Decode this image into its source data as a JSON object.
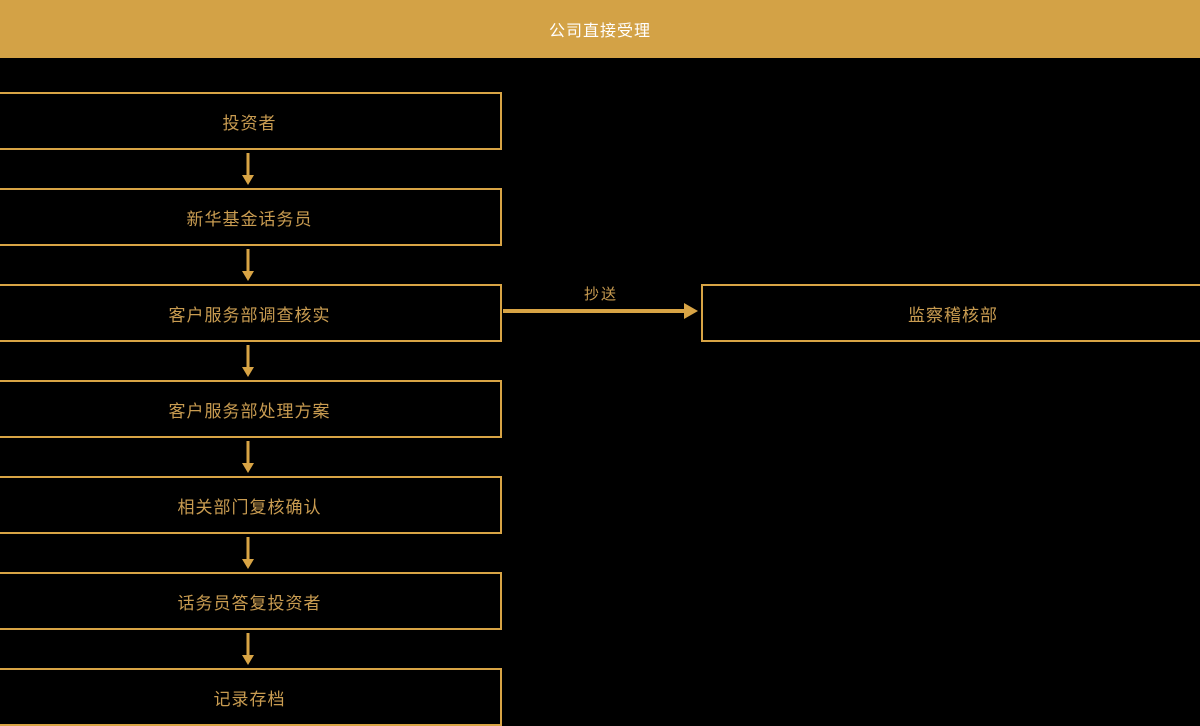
{
  "header": {
    "title": "公司直接受理"
  },
  "colors": {
    "background": "#000000",
    "header_bg": "#D3A246",
    "header_text": "#FFFFFF",
    "gold_border": "#D8A445",
    "gold_text": "#C99C51"
  },
  "flow": {
    "steps": [
      {
        "label": "投资者"
      },
      {
        "label": "新华基金话务员"
      },
      {
        "label": "客户服务部调查核实"
      },
      {
        "label": "客户服务部处理方案"
      },
      {
        "label": "相关部门复核确认"
      },
      {
        "label": "话务员答复投资者"
      },
      {
        "label": "记录存档"
      }
    ],
    "branch": {
      "arrow_label": "抄送",
      "target_label": "监察稽核部"
    }
  }
}
